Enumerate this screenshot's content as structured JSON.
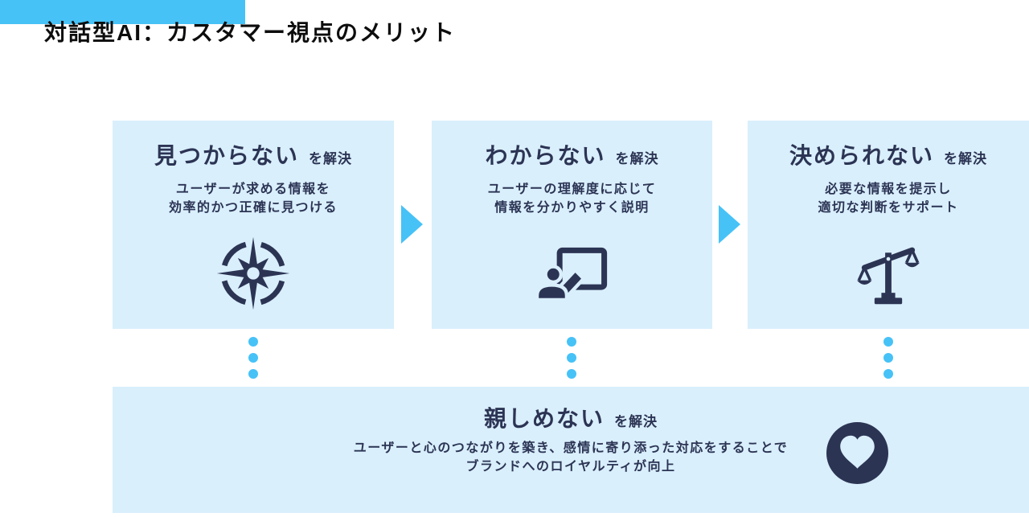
{
  "title": "対話型AI：カスタマー視点のメリット",
  "colors": {
    "accent_blue": "#46C2F7",
    "card_bg": "#D9EFFC",
    "navy": "#2C3454",
    "title_color": "#0D0D0D",
    "background": "#FFFFFF"
  },
  "cards": [
    {
      "heading": "見つからない",
      "suffix": "を解決",
      "desc_line1": "ユーザーが求める情報を",
      "desc_line2": "効率的かつ正確に見つける",
      "icon": "compass-icon"
    },
    {
      "heading": "わからない",
      "suffix": "を解決",
      "desc_line1": "ユーザーの理解度に応じて",
      "desc_line2": "情報を分かりやすく説明",
      "icon": "presenter-icon"
    },
    {
      "heading": "決められない",
      "suffix": "を解決",
      "desc_line1": "必要な情報を提示し",
      "desc_line2": "適切な判断をサポート",
      "icon": "balance-scale-icon"
    }
  ],
  "bottom_card": {
    "heading": "親しめない",
    "suffix": "を解決",
    "desc_line1": "ユーザーと心のつながりを築き、感情に寄り添った対応をすることで",
    "desc_line2": "ブランドへのロイヤルティが向上",
    "icon": "heart-icon"
  }
}
